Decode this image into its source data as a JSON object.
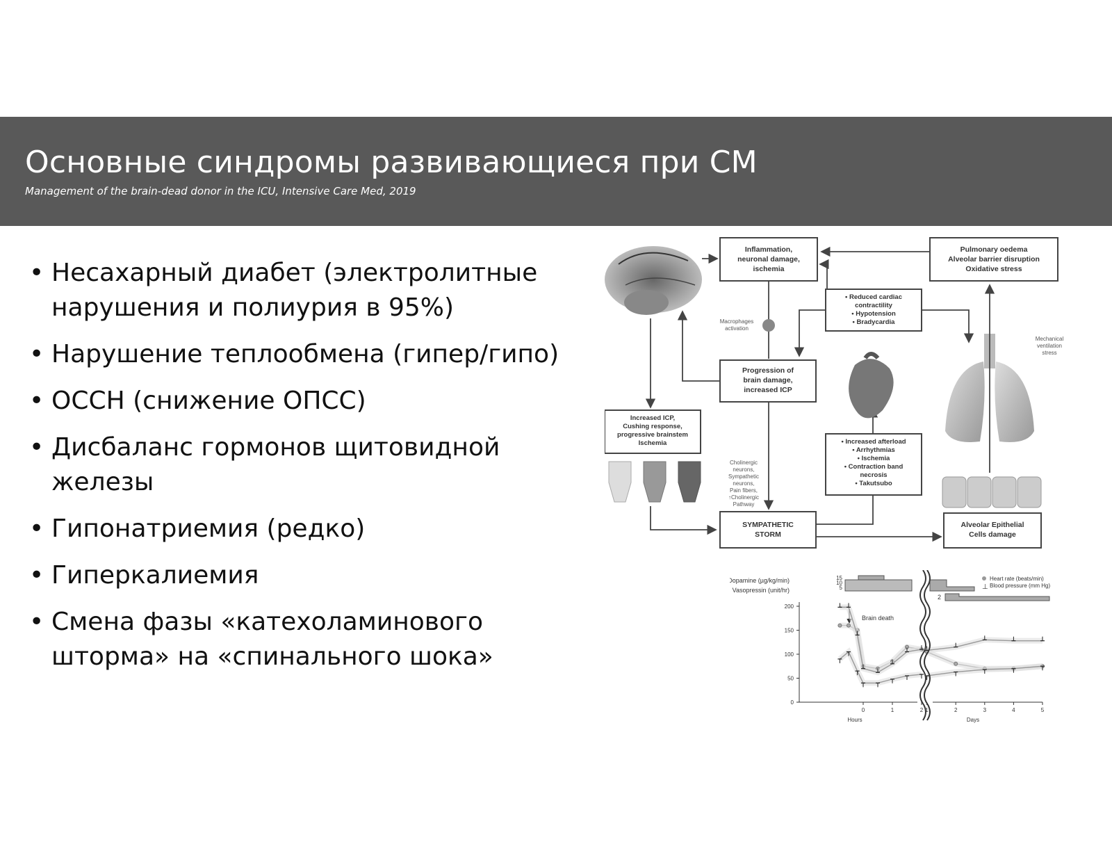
{
  "slide": {
    "title": "Основные синдромы развивающиеся при СМ",
    "subtitle": "Management of the brain-dead donor in the ICU, Intensive Care Med, 2019"
  },
  "bullets": [
    "Несахарный диабет (электролитные нарушения и полиурия в 95%)",
    "Нарушение теплообмена (гипер/гипо)",
    "ОССН (снижение ОПСС)",
    "Дисбаланс гормонов щитовидной железы",
    "Гипонатриемия (редко)",
    "Гиперкалиемия",
    "Смена фазы «катехоламинового шторма» на «спинального шока»"
  ],
  "diagram": {
    "inflammation": [
      "Inflammation,",
      "neuronal damage,",
      "ischemia"
    ],
    "pulmonary": [
      "Pulmonary oedema",
      "Alveolar barrier disruption",
      "Oxidative stress"
    ],
    "cardiac": [
      "• Reduced cardiac",
      "contractility",
      "• Hypotension",
      "• Bradycardia"
    ],
    "progression": [
      "Progression of",
      "brain damage,",
      "increased ICP"
    ],
    "icp": [
      "Increased ICP,",
      "Cushing response,",
      "progressive brainstem",
      "Ischemia"
    ],
    "afterload": [
      "• Increased afterload",
      "• Arrhythmias",
      "• Ischemia",
      "• Contraction band",
      "necrosis",
      "• Takutsubo"
    ],
    "storm": [
      "SYMPATHETIC",
      "STORM"
    ],
    "alveolar": [
      "Alveolar Epithelial",
      "Cells damage"
    ],
    "macrophages": [
      "Macrophages",
      "activation"
    ],
    "mechanical": [
      "Mechanical",
      "ventilation",
      "stress"
    ],
    "cholinergic": [
      "Cholinergic",
      "neurons,",
      "Sympathetic",
      "neurons,",
      "Pain fibers,",
      "↑Cholinergic",
      "Pathway"
    ]
  },
  "chart": {
    "dopamine_label": "Dopamine (µg/kg/min)",
    "vasopressin_label": "Vasopressin (unit/hr)",
    "dose_ticks": [
      "15",
      "10",
      "5"
    ],
    "vaso_value": "2",
    "legend_hr": "Heart rate (beats/min)",
    "legend_bp": "Blood pressure (mm Hg)",
    "brain_death": "Brain death",
    "y_ticks": [
      "200",
      "150",
      "100",
      "50",
      "0"
    ],
    "x_hours_ticks": [
      "0",
      "1",
      "2"
    ],
    "x_days_ticks": [
      "1",
      "2",
      "3",
      "4",
      "5"
    ],
    "x_hours_label": "Hours",
    "x_days_label": "Days"
  },
  "chart_data": {
    "type": "line",
    "ylim": [
      0,
      200
    ],
    "series": [
      {
        "name": "Heart rate (beats/min)",
        "x": [
          "-0.8h",
          "-0.5h",
          "-0.2h",
          "0h",
          "0.5h",
          "1h",
          "1.5h",
          "2h",
          "1d",
          "2d",
          "3d",
          "4d",
          "5d"
        ],
        "values": [
          160,
          160,
          150,
          75,
          70,
          85,
          115,
          110,
          105,
          80,
          70,
          70,
          75
        ]
      },
      {
        "name": "Blood pressure (mm Hg)",
        "x": [
          "-0.8h",
          "-0.5h",
          "-0.2h",
          "0h",
          "0.5h",
          "1h",
          "1.5h",
          "2h",
          "1d",
          "2d",
          "3d",
          "4d",
          "5d"
        ],
        "values": [
          90,
          105,
          65,
          40,
          40,
          48,
          55,
          58,
          55,
          63,
          68,
          70,
          75
        ]
      },
      {
        "name": "Blood pressure upper",
        "x": [
          "-0.8h",
          "-0.5h",
          "-0.2h",
          "0h",
          "0.5h",
          "1h",
          "1.5h",
          "2h",
          "1d",
          "2d",
          "3d",
          "4d",
          "5d"
        ],
        "values": [
          198,
          198,
          140,
          70,
          62,
          80,
          105,
          110,
          108,
          115,
          130,
          128,
          128
        ]
      }
    ]
  }
}
